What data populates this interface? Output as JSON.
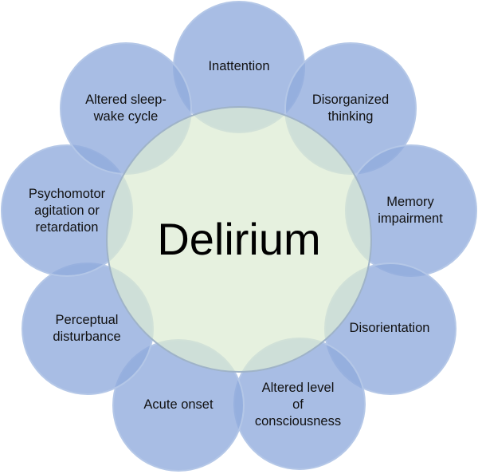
{
  "center": {
    "label": "Delirium"
  },
  "features": [
    {
      "label": "Inattention"
    },
    {
      "label": "Disorganized\nthinking"
    },
    {
      "label": "Memory\nimpairment"
    },
    {
      "label": "Disorientation"
    },
    {
      "label": "Altered level\nof\nconsciousness"
    },
    {
      "label": "Acute onset"
    },
    {
      "label": "Perceptual\ndisturbance"
    },
    {
      "label": "Psychomotor\nagitation or\nretardation"
    },
    {
      "label": "Altered sleep-\nwake cycle"
    }
  ]
}
